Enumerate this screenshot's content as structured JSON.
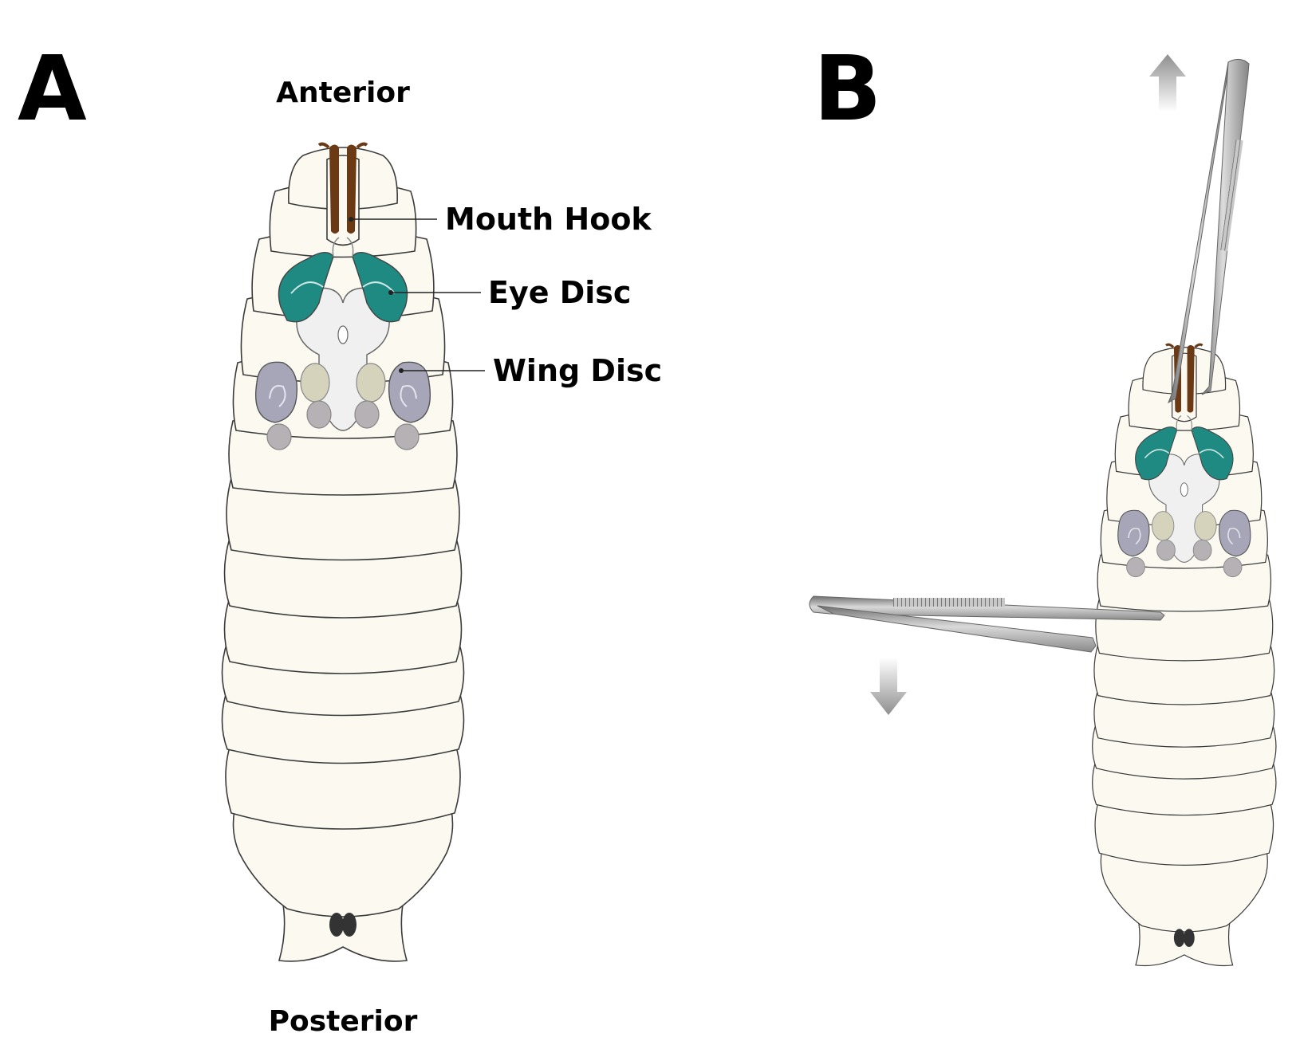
{
  "panels": {
    "a": {
      "letter": "A",
      "anterior_label": "Anterior",
      "posterior_label": "Posterior",
      "callouts": [
        {
          "label": "Mouth Hook"
        },
        {
          "label": "Eye Disc"
        },
        {
          "label": "Wing Disc"
        }
      ]
    },
    "b": {
      "letter": "B"
    }
  },
  "colors": {
    "larva_body": "#fbf9f0",
    "outline": "#3b3b3b",
    "mouth_hook": "#6b3a14",
    "eye_disc": "#1f8a82",
    "wing_disc": "#a6a6b8",
    "leg_disc_light": "#d6d3bc",
    "leg_disc_gray": "#b5b1b5",
    "brain": "#f0f0f0",
    "spiracles": "#333333",
    "forceps": "#9a9a9a",
    "arrow": "#9c9c9c"
  },
  "icons": {
    "forceps_top": "forceps-icon",
    "forceps_left": "forceps-icon",
    "arrow_up": "arrow-up-icon",
    "arrow_down": "arrow-down-icon"
  }
}
